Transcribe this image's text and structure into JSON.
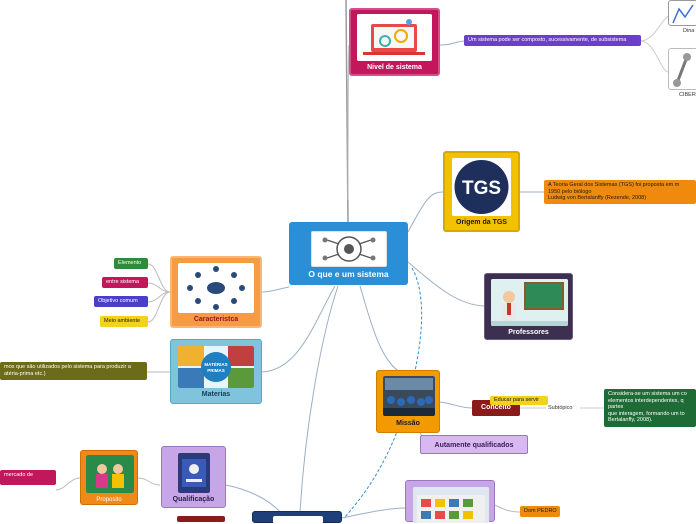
{
  "central": {
    "title": "O que e um sistema"
  },
  "nodes": {
    "nivel": {
      "title": "Nivel de sistema"
    },
    "origem": {
      "title": "Origem da TGS",
      "logo_text": "TGS"
    },
    "professores": {
      "title": "Professores"
    },
    "caracteristica": {
      "title": "Caracteristca"
    },
    "materias": {
      "title": "Materias",
      "banner_line1": "MATÉRIAS",
      "banner_line2": "PRIMAS"
    },
    "missao": {
      "title": "Missão"
    },
    "qualificacao": {
      "title": "Qualificação"
    },
    "proposito": {
      "title": "Proposito"
    }
  },
  "labels": {
    "nivel_note": "Um sistema pode ser composto, sucessivamente, de subsistema",
    "dina": "Dina",
    "ciber": "CIBER",
    "origem_note_1": "A Teoria Geral dos Sistemas (TGS) foi proposta em m",
    "origem_note_2": "1950 pelo biólogo",
    "origem_note_3": "Ludwig von Bertalanffy (Rezende, 2008)",
    "caracteristicas": [
      "Elemento",
      "entre sistema",
      "Objetivo comum",
      "Meio ambiente"
    ],
    "materias_note_1": "mos que são utilizados pelo sistema para produzir a",
    "materias_note_2": "atéria-prima etc.)",
    "conceito": "Conceito",
    "educar": "Educar para servir",
    "subtopico": "Subtópico",
    "conceito_note_1": "Considera-se um sistema um co",
    "conceito_note_2": " elementos interdependentes, q",
    "conceito_note_3": "partes",
    "conceito_note_4": "que interagem, formando um to",
    "conceito_note_5": "Bertalanffy, 2008).",
    "autamente": "Autamente qualificados",
    "mercado": "mercado de",
    "dom_pedro": "Dom PEDRO"
  },
  "colors": {
    "central": "#2a8fd6",
    "nivel": "#c2185b",
    "origem": "#f2c200",
    "professores": "#3d2f4f",
    "caracteristica": "#f59a45",
    "materias": "#7fc3dc",
    "missao": "#f29a00",
    "qualificacao": "#c7a6e8",
    "proposito": "#ef8a1a",
    "conceito": "#8b1a1a",
    "note_purple": "#6b3fc9",
    "note_orange": "#f08a0c",
    "note_green": "#1e6b35",
    "note_olive": "#6b6b1a"
  }
}
